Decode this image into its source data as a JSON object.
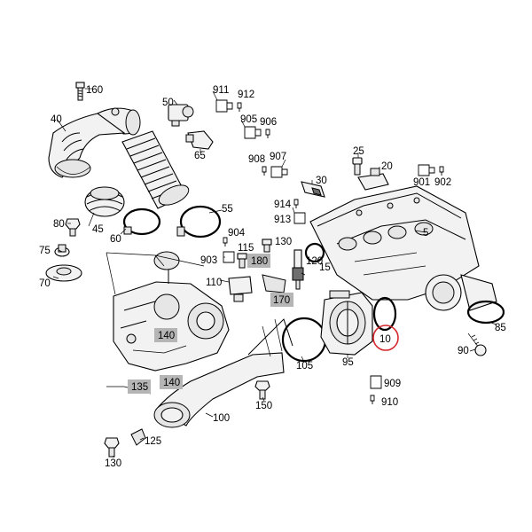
{
  "labels": {
    "l160": "160",
    "l40": "40",
    "l911": "911",
    "l912": "912",
    "l50": "50",
    "l905": "905",
    "l906": "906",
    "l65": "65",
    "l908": "908",
    "l907": "907",
    "l25": "25",
    "l20": "20",
    "l901": "901",
    "l902": "902",
    "l30": "30",
    "l80": "80",
    "l45": "45",
    "l60": "60",
    "l55": "55",
    "l914": "914",
    "l913": "913",
    "l5": "5",
    "l75": "75",
    "l70": "70",
    "l904": "904",
    "l903": "903",
    "l115": "115",
    "l130a": "130",
    "l180": "180",
    "l120": "120",
    "l15": "15",
    "l110": "110",
    "l170": "170",
    "l140a": "140",
    "l140b": "140",
    "l135": "135",
    "l105": "105",
    "l95": "95",
    "l10": "10",
    "l85": "85",
    "l90": "90",
    "l909": "909",
    "l910": "910",
    "l150": "150",
    "l100": "100",
    "l125": "125",
    "l130b": "130"
  },
  "highlight": {
    "part": "10",
    "color": "#d4282c"
  },
  "shaded_label_color": "#b5b5b5"
}
